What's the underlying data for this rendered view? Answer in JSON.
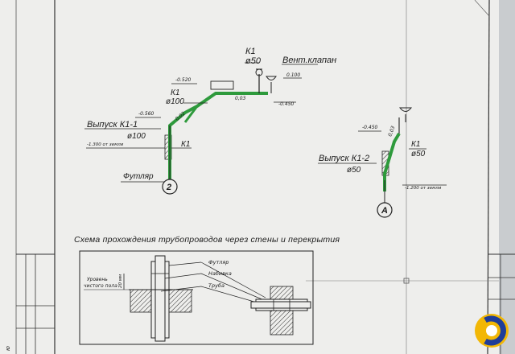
{
  "colors": {
    "background": "#c9cccf",
    "sheet": "#eeeeec",
    "pipe": "#2e9a3c",
    "ink": "#1b1b1b",
    "logo_yellow": "#f2b705",
    "logo_blue": "#1f3d99"
  },
  "scheme2": {
    "riser_label": "К1",
    "riser_diameter": "ø50",
    "vent_label": "Вент.клапан",
    "level_top_right": "0.100",
    "level_mid_right": "-0.450",
    "slope_top": "0,03",
    "level_upper_left": "-0.520",
    "branch_label": "К1",
    "branch_diameter": "ø100",
    "slope_branch": "0,02",
    "level_lower": "-0.560",
    "outlet_label": "Выпуск К1-1",
    "outlet_diameter": "ø100",
    "outlet_level": "-1.300 от земли",
    "vertical_label": "К1",
    "sleeve_label": "Футляр",
    "marker": "2"
  },
  "schemeA": {
    "level": "-0.450",
    "slope": "0,03",
    "riser_label": "К1",
    "riser_diameter": "ø50",
    "outlet_label": "Выпуск К1-2",
    "outlet_diameter": "ø50",
    "outlet_level": "-1.200 от земли",
    "marker": "А"
  },
  "section": {
    "title": "Схема прохождения трубопроводов через стены и перекрытия",
    "dim_label": "20 мм",
    "floor_label_1": "Уровень",
    "floor_label_2": "чистого пола",
    "callout_sleeve": "Футляр",
    "callout_packing": "Набивка",
    "callout_pipe": "Труба"
  }
}
